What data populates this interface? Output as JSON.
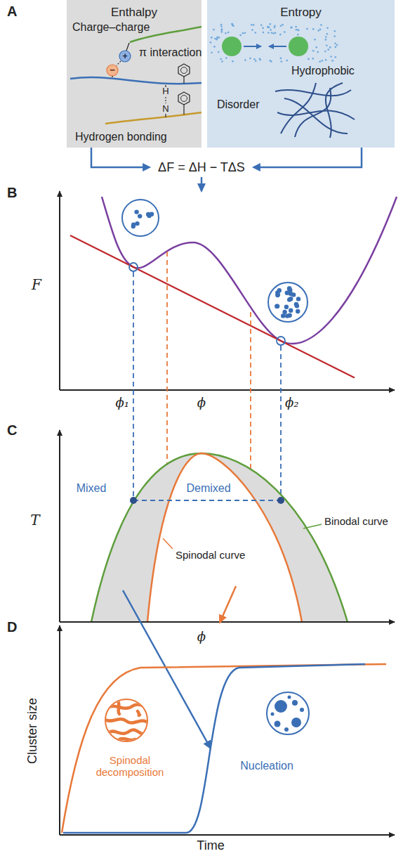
{
  "diagram": {
    "nodes": [
      {
        "text": [
          "Enthalpy",
          "Charge–charge",
          "π interaction",
          "Hydrogen bonding"
        ]
      },
      {
        "text": [
          "Entropy",
          "Hydrophobic",
          "Disorder"
        ]
      },
      {
        "text": [
          "ΔF = ΔH − TΔS"
        ]
      }
    ],
    "edges": [
      {
        "from": 0,
        "to": 2,
        "arrow": "to"
      },
      {
        "from": 1,
        "to": 2,
        "arrow": "to"
      }
    ],
    "labels": [
      "A",
      "B",
      "C",
      "D",
      "+",
      "−",
      "H",
      "N",
      "F",
      "ϕ₁",
      "ϕ",
      "ϕ₂",
      "T",
      "Mixed",
      "Demixed",
      "Binodal curve",
      "Spinodal curve",
      "ϕ",
      "Spinodal decomposition",
      "Nucleation",
      "Cluster size",
      "Time"
    ]
  }
}
